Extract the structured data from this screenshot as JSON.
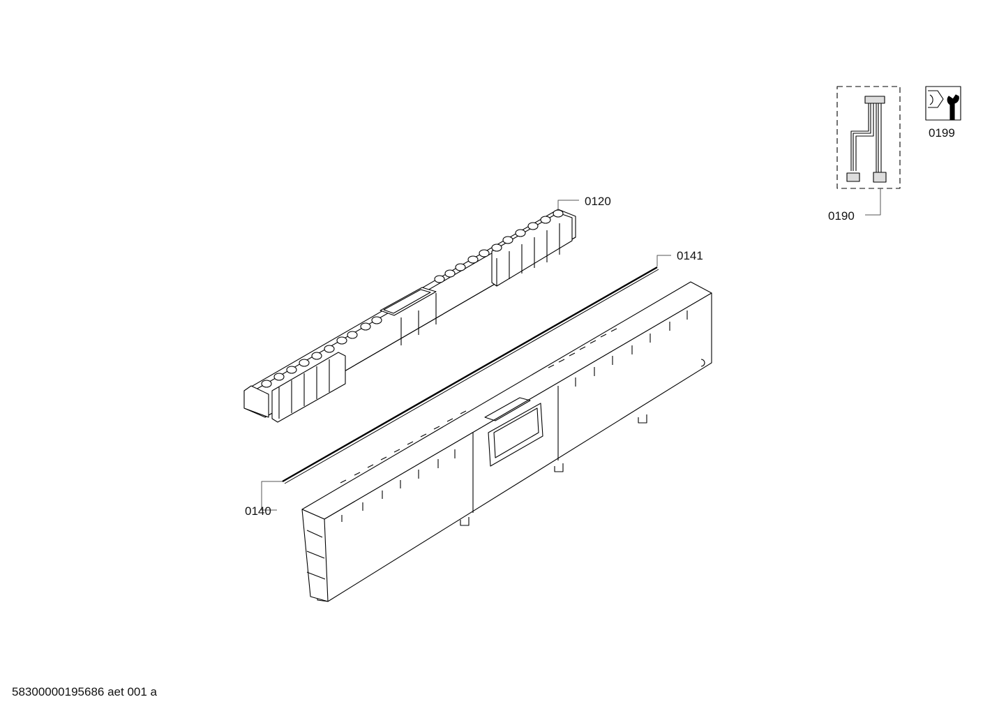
{
  "diagram": {
    "type": "exploded-parts-diagram",
    "subject": "dishwasher control panel assembly",
    "footer_code": "58300000195686 aet 001 a",
    "colors": {
      "line": "#000000",
      "leader": "#555555",
      "background": "#ffffff"
    }
  },
  "callouts": [
    {
      "id": "0120",
      "label": "0120",
      "part": "control-module-with-buttons"
    },
    {
      "id": "0141",
      "label": "0141",
      "part": "seal-strip"
    },
    {
      "id": "0140",
      "label": "0140",
      "part": "control-panel-fascia"
    },
    {
      "id": "0190",
      "label": "0190",
      "part": "cable-harness"
    },
    {
      "id": "0199",
      "label": "0199",
      "part": "service-tool-icon"
    }
  ]
}
